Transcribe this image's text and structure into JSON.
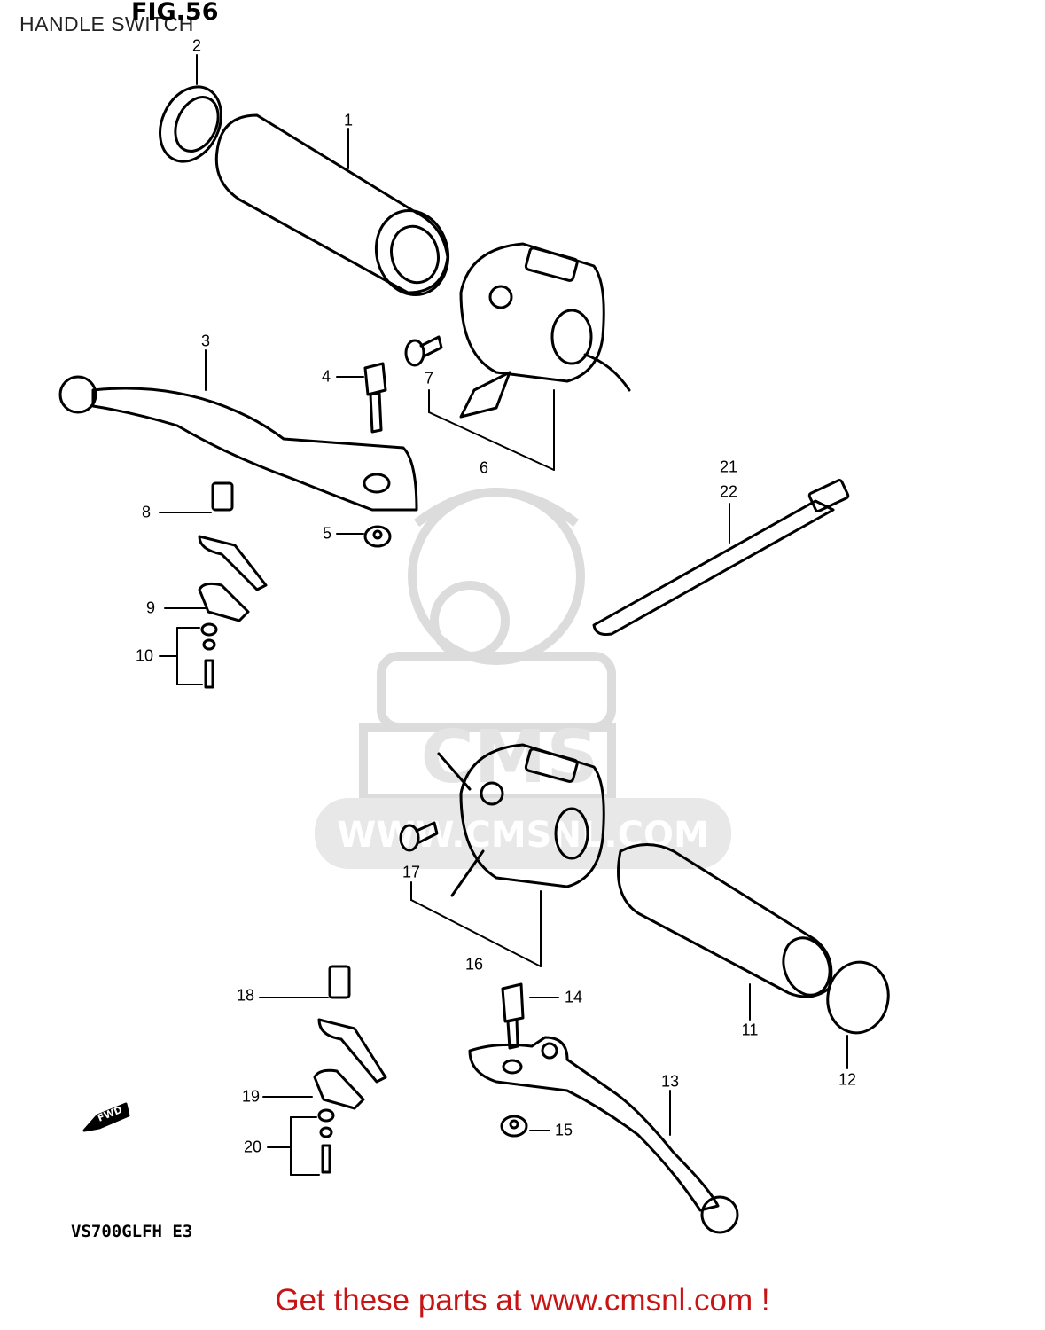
{
  "header": {
    "title": "HANDLE SWITCH",
    "figure": "FIG.56"
  },
  "diagram": {
    "model_code": "VS700GLFH E3",
    "watermark_text": "WWW.CMSNL.COM",
    "watermark_logo": "CMS",
    "fwd_label": "FWD",
    "callouts": {
      "c1": "1",
      "c2": "2",
      "c3": "3",
      "c4": "4",
      "c5": "5",
      "c6": "6",
      "c7": "7",
      "c8": "8",
      "c9": "9",
      "c10": "10",
      "c11": "11",
      "c12": "12",
      "c13": "13",
      "c14": "14",
      "c15": "15",
      "c16": "16",
      "c17": "17",
      "c18": "18",
      "c19": "19",
      "c20": "20",
      "c21": "21",
      "c22": "22"
    }
  },
  "footer": {
    "cta": "Get these parts at www.cmsnl.com !"
  },
  "colors": {
    "line": "#000000",
    "watermark": "#dcdcdc",
    "cta": "#c81414"
  }
}
